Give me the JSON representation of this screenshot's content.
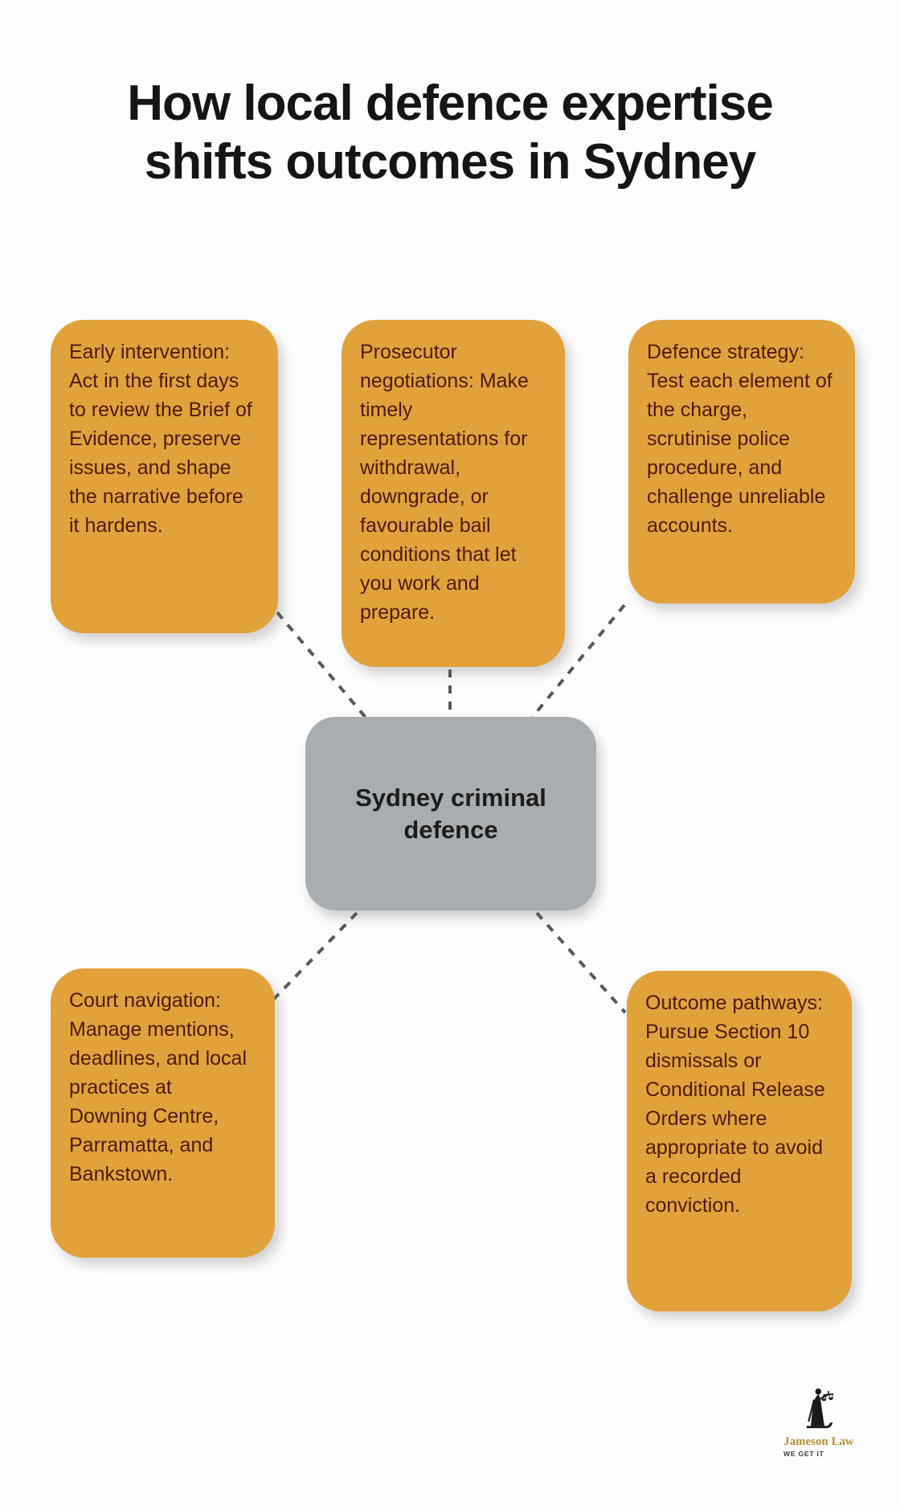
{
  "title": {
    "line1": "How local defence expertise",
    "line2": "shifts outcomes in Sydney"
  },
  "center": {
    "label": "Sydney criminal defence"
  },
  "nodes": [
    {
      "id": "early-intervention",
      "text": "Early intervention: Act in the first days to review the Brief of Evidence, preserve issues, and shape the narrative before it hardens."
    },
    {
      "id": "prosecutor-negotiations",
      "text": "Prosecutor negotiations: Make timely representations for withdrawal, downgrade, or favourable bail conditions that let you work and prepare."
    },
    {
      "id": "defence-strategy",
      "text": "Defence strategy: Test each element of the charge, scrutinise police procedure, and challenge unreliable accounts."
    },
    {
      "id": "court-navigation",
      "text": "Court navigation: Manage mentions, deadlines, and local practices at Downing Centre, Parramatta, and Bankstown."
    },
    {
      "id": "outcome-pathways",
      "text": "Outcome pathways: Pursue Section 10 dismissals or Conditional Release Orders where appropriate to avoid a recorded conviction."
    }
  ],
  "edges": [
    {
      "from": "sydney-criminal-defence",
      "to": "early-intervention",
      "style": "dashed"
    },
    {
      "from": "sydney-criminal-defence",
      "to": "prosecutor-negotiations",
      "style": "dashed"
    },
    {
      "from": "sydney-criminal-defence",
      "to": "defence-strategy",
      "style": "dashed"
    },
    {
      "from": "sydney-criminal-defence",
      "to": "court-navigation",
      "style": "dashed"
    },
    {
      "from": "sydney-criminal-defence",
      "to": "outcome-pathways",
      "style": "dashed"
    }
  ],
  "logo": {
    "name": "Jameson Law",
    "tagline": "WE GET IT",
    "icon": "lady-justice-icon"
  },
  "colors": {
    "background": "#fdfdfd",
    "node_fill": "#e1a23c",
    "node_text": "#4e1a0f",
    "center_fill": "#a8adb1",
    "center_text": "#1c1c1c",
    "connector": "#55585c",
    "title_text": "#151515",
    "logo_gold": "#b78c2d"
  }
}
